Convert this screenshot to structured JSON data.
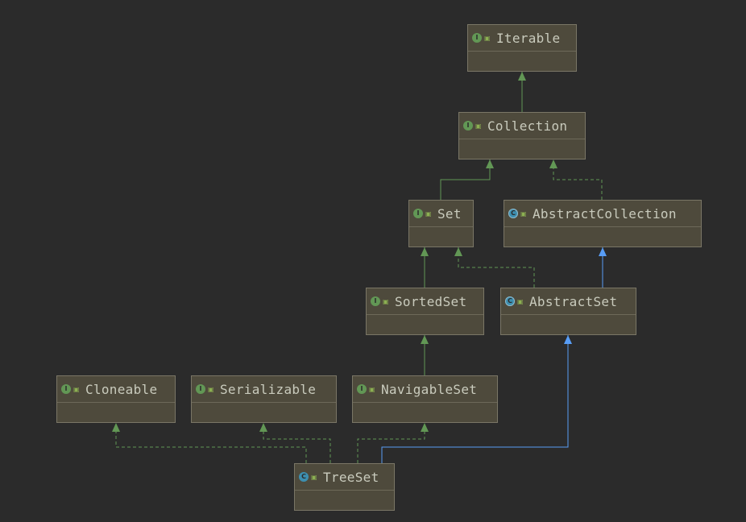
{
  "colors": {
    "background": "#2b2b2b",
    "node_fill": "#4e4a3c",
    "node_border": "#7a7666",
    "extends_arrow": "#629755",
    "implements_class_arrow": "#589df6",
    "interface_badge": "#629755",
    "class_badge": "#3d8fb0"
  },
  "nodes": [
    {
      "id": "iterable",
      "label": "Iterable",
      "kind": "interface",
      "icon": "interface-icon"
    },
    {
      "id": "collection",
      "label": "Collection",
      "kind": "interface",
      "icon": "interface-icon"
    },
    {
      "id": "set",
      "label": "Set",
      "kind": "interface",
      "icon": "interface-icon"
    },
    {
      "id": "abstractcollection",
      "label": "AbstractCollection",
      "kind": "abstract-class",
      "icon": "abstract-class-icon"
    },
    {
      "id": "sortedset",
      "label": "SortedSet",
      "kind": "interface",
      "icon": "interface-icon"
    },
    {
      "id": "abstractset",
      "label": "AbstractSet",
      "kind": "abstract-class",
      "icon": "abstract-class-icon"
    },
    {
      "id": "cloneable",
      "label": "Cloneable",
      "kind": "interface",
      "icon": "interface-icon"
    },
    {
      "id": "serializable",
      "label": "Serializable",
      "kind": "interface",
      "icon": "interface-icon"
    },
    {
      "id": "navigableset",
      "label": "NavigableSet",
      "kind": "interface",
      "icon": "interface-icon"
    },
    {
      "id": "treeset",
      "label": "TreeSet",
      "kind": "class",
      "icon": "class-icon"
    }
  ],
  "edges": [
    {
      "from": "collection",
      "to": "iterable",
      "style": "solid",
      "color": "green"
    },
    {
      "from": "set",
      "to": "collection",
      "style": "solid",
      "color": "green"
    },
    {
      "from": "abstractcollection",
      "to": "collection",
      "style": "dashed",
      "color": "green"
    },
    {
      "from": "sortedset",
      "to": "set",
      "style": "solid",
      "color": "green"
    },
    {
      "from": "abstractset",
      "to": "set",
      "style": "dashed",
      "color": "green"
    },
    {
      "from": "abstractset",
      "to": "abstractcollection",
      "style": "solid",
      "color": "blue"
    },
    {
      "from": "navigableset",
      "to": "sortedset",
      "style": "solid",
      "color": "green"
    },
    {
      "from": "treeset",
      "to": "cloneable",
      "style": "dashed",
      "color": "green"
    },
    {
      "from": "treeset",
      "to": "serializable",
      "style": "dashed",
      "color": "green"
    },
    {
      "from": "treeset",
      "to": "navigableset",
      "style": "dashed",
      "color": "green"
    },
    {
      "from": "treeset",
      "to": "abstractset",
      "style": "solid",
      "color": "blue"
    }
  ]
}
